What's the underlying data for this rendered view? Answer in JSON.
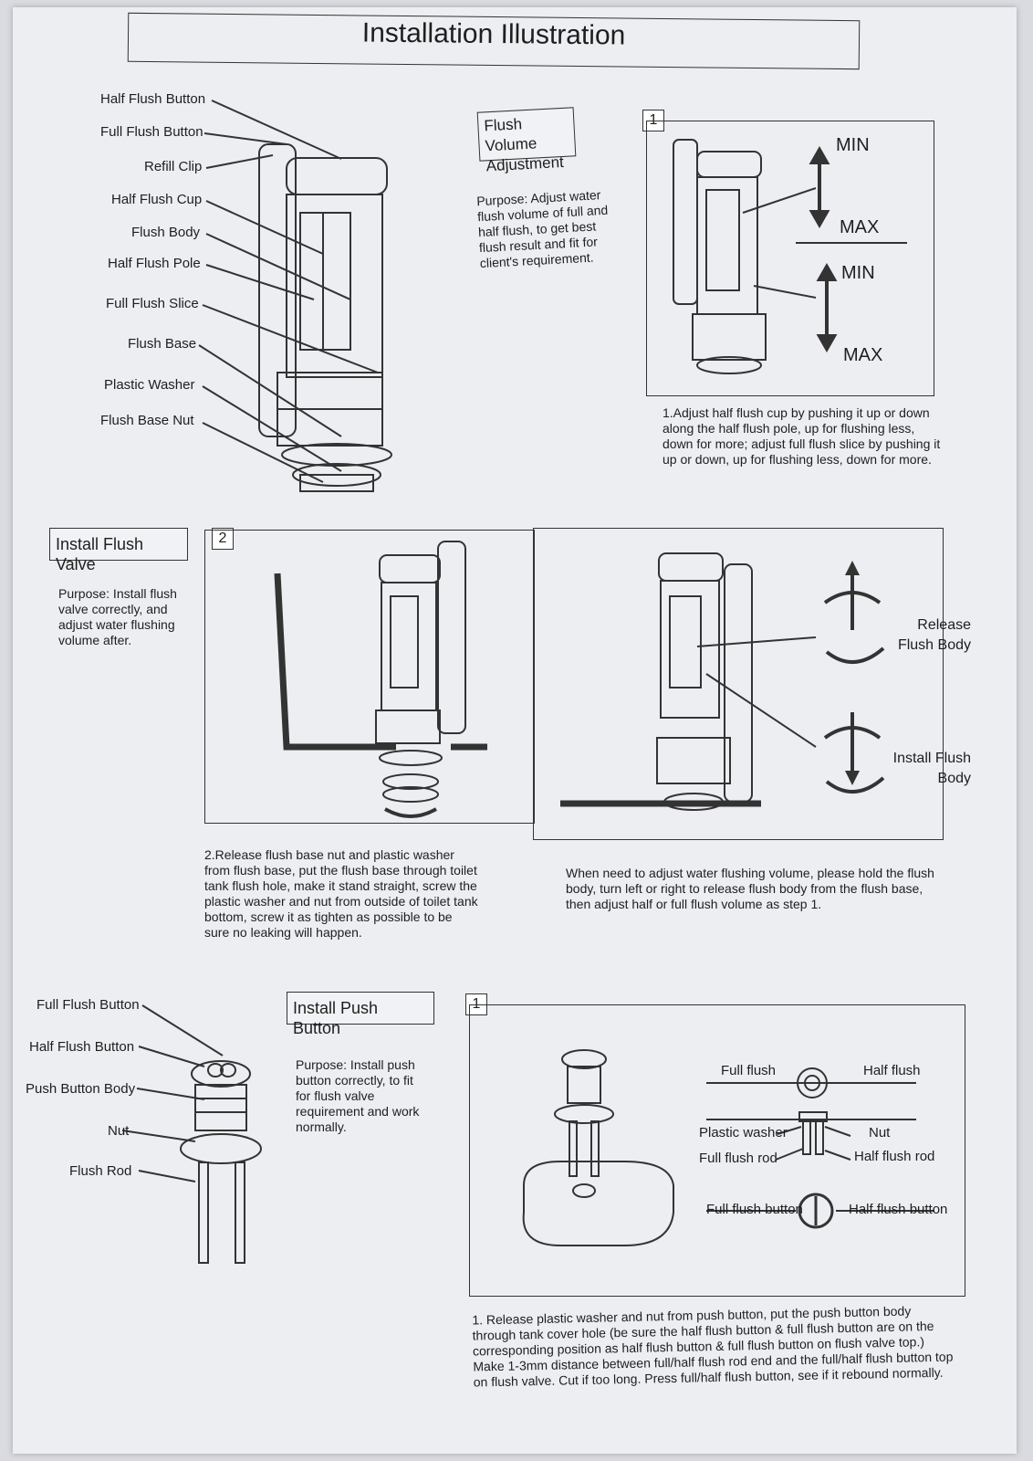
{
  "title": "Installation Illustration",
  "diagram_labels": {
    "half_flush_button": "Half Flush Button",
    "full_flush_button": "Full Flush Button",
    "refill_clip": "Refill Clip",
    "half_flush_cup": "Half Flush Cup",
    "flush_body": "Flush Body",
    "half_flush_pole": "Half Flush Pole",
    "full_flush_slice": "Full Flush Slice",
    "flush_base": "Flush Base",
    "plastic_washer": "Plastic Washer",
    "flush_base_nut": "Flush Base Nut"
  },
  "flush_volume": {
    "heading": "Flush Volume Adjustment",
    "purpose": "Purpose: Adjust water flush volume of full and half flush, to get best flush result and fit for client's requirement.",
    "step_number": "1",
    "min1": "MIN",
    "max1": "MAX",
    "min2": "MIN",
    "max2": "MAX",
    "step_text": "1.Adjust half flush cup by pushing it up or down along the half flush pole, up for flushing less, down for more; adjust full flush slice by pushing it up or down, up for flushing less, down for more."
  },
  "install_flush_valve": {
    "heading": "Install Flush Valve",
    "purpose": "Purpose: Install flush valve correctly, and adjust water flushing volume after.",
    "step_number": "2",
    "release_label": "Release Flush Body",
    "install_label": "Install Flush Body",
    "step2_text": "2.Release flush base nut and plastic washer from flush base, put the flush base through toilet tank flush hole, make it stand straight, screw the plastic washer and nut from outside of toilet tank bottom, screw it as tighten as possible to be sure no leaking will happen.",
    "adjust_text": "When need to adjust water flushing volume, please hold the flush body, turn left or right to release flush body from the flush base, then adjust half or full flush volume as step 1."
  },
  "push_button_labels": {
    "full_flush_button": "Full Flush Button",
    "half_flush_button": "Half Flush Button",
    "push_button_body": "Push Button Body",
    "nut": "Nut",
    "flush_rod": "Flush Rod"
  },
  "install_push_button": {
    "heading": "Install Push Button",
    "purpose": "Purpose: Install push button correctly, to fit for flush valve requirement and work normally.",
    "step_number": "1",
    "full_flush": "Full flush",
    "half_flush": "Half flush",
    "plastic_washer": "Plastic washer",
    "nut": "Nut",
    "full_flush_rod": "Full flush rod",
    "half_flush_rod": "Half flush rod",
    "full_flush_button": "Full flush button",
    "half_flush_button": "Half  flush button",
    "step_text": "1. Release plastic washer and nut from push button, put the push button body through tank cover hole (be sure the half flush button & full flush button are on the corresponding position as half flush button & full flush button on flush valve top.) Make 1-3mm distance between full/half flush rod end and the full/half flush button top on flush valve. Cut if too long. Press full/half flush button, see if it rebound normally."
  }
}
